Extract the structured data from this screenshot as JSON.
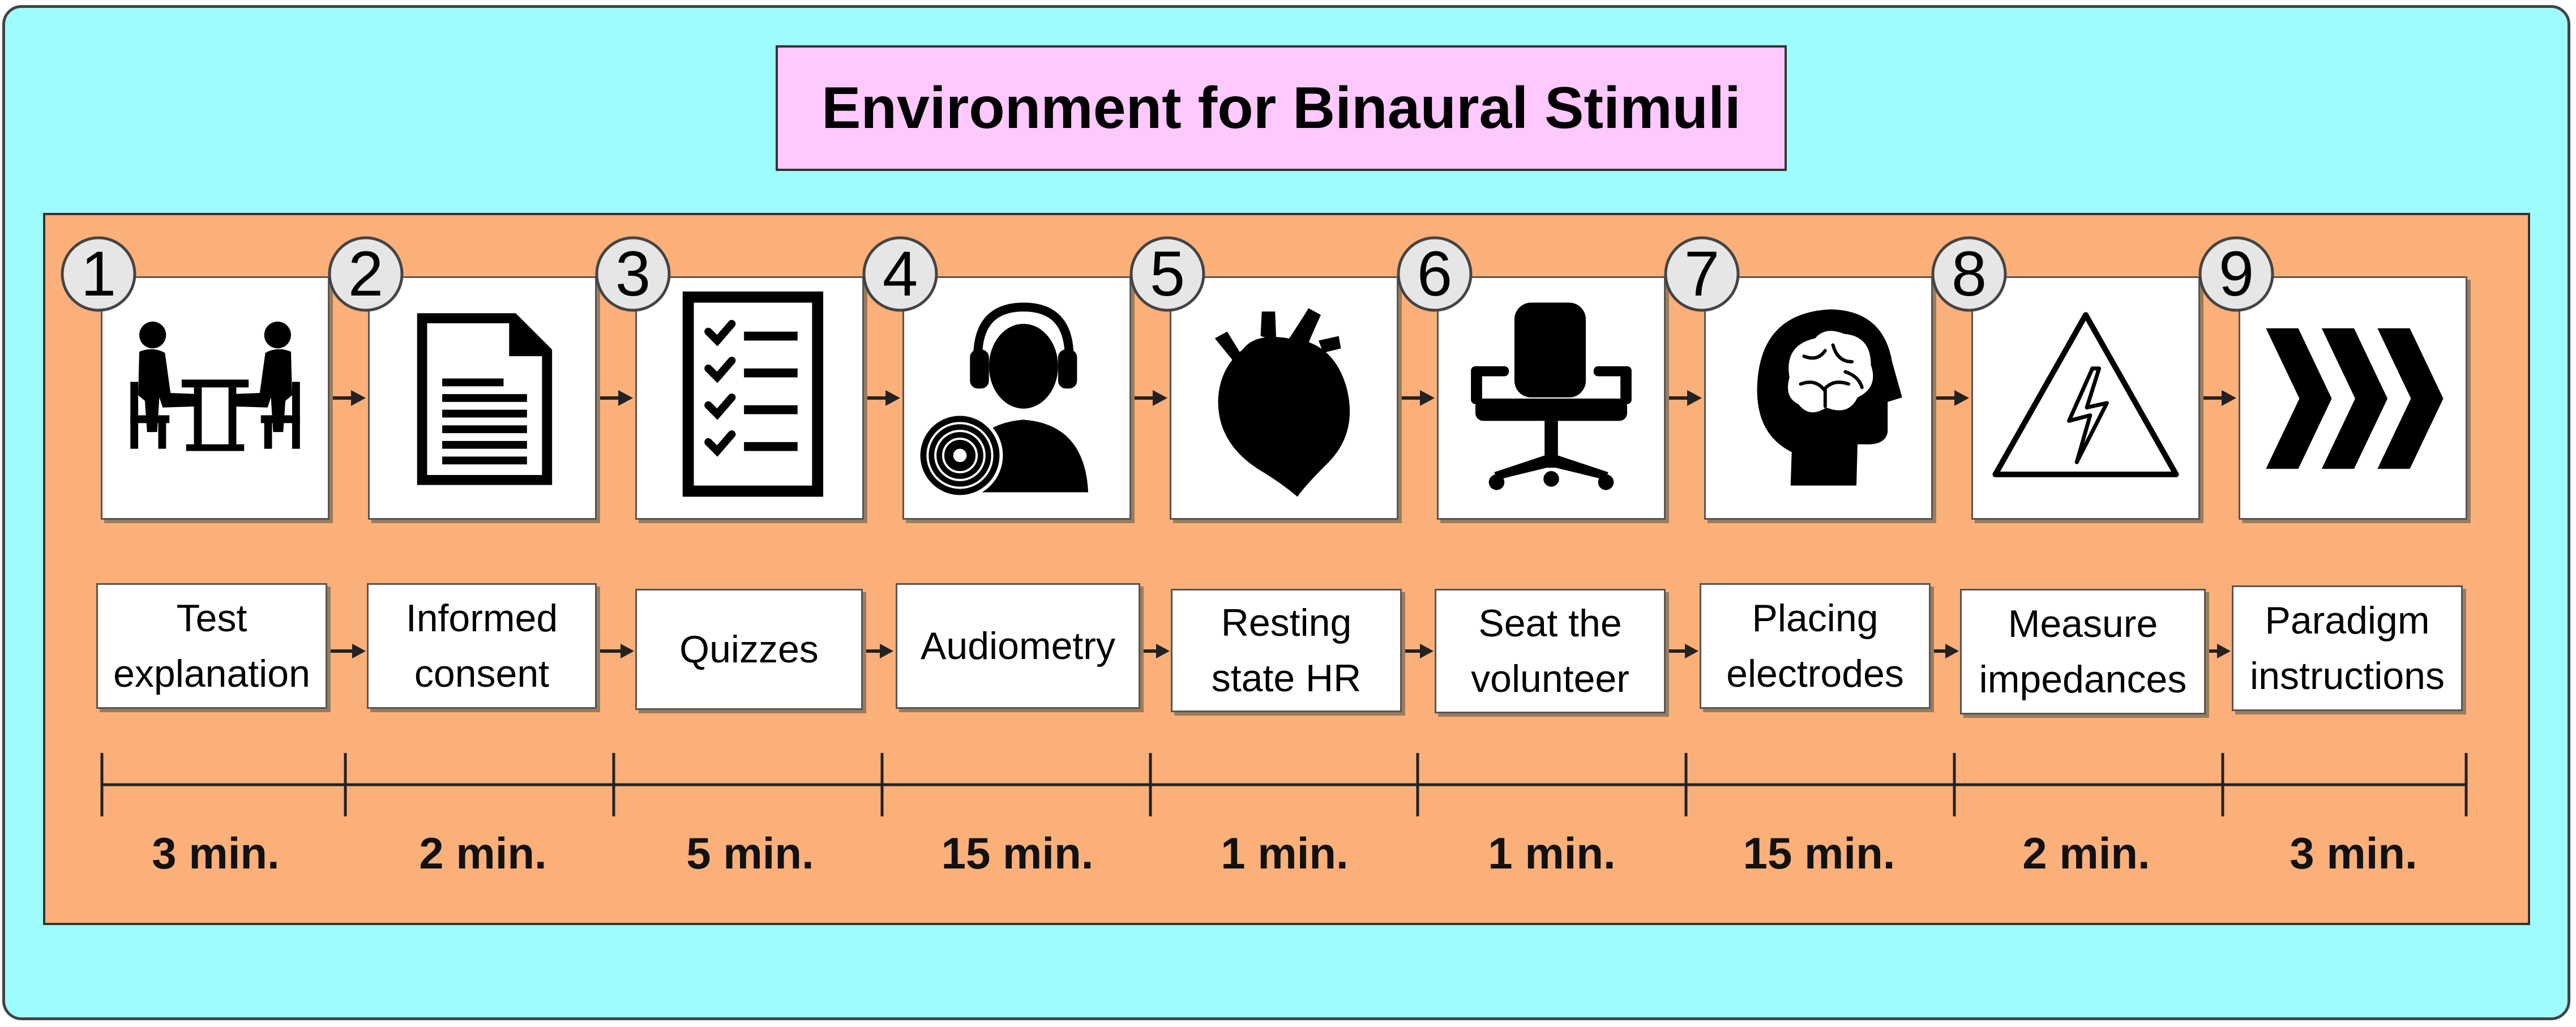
{
  "title": "Environment for Binaural Stimuli",
  "steps": [
    {
      "number": "1",
      "icon": "meeting-icon",
      "label": "Test\nexplanation",
      "duration": "3 min."
    },
    {
      "number": "2",
      "icon": "document-icon",
      "label": "Informed\nconsent",
      "duration": "2 min."
    },
    {
      "number": "3",
      "icon": "checklist-icon",
      "label": "Quizzes",
      "duration": "5 min."
    },
    {
      "number": "4",
      "icon": "headphones-listener-icon",
      "label": "Audiometry",
      "duration": "15 min."
    },
    {
      "number": "5",
      "icon": "heart-icon",
      "label": "Resting\nstate HR",
      "duration": "1 min."
    },
    {
      "number": "6",
      "icon": "office-chair-icon",
      "label": "Seat the\nvolunteer",
      "duration": "1 min."
    },
    {
      "number": "7",
      "icon": "brain-head-icon",
      "label": "Placing\nelectrodes",
      "duration": "15 min."
    },
    {
      "number": "8",
      "icon": "high-voltage-warning-icon",
      "label": "Measure\nimpedances",
      "duration": "2 min."
    },
    {
      "number": "9",
      "icon": "triple-chevron-right-icon",
      "label": "Paradigm\ninstructions",
      "duration": "3 min."
    }
  ],
  "colors": {
    "outer_background": "#9ffcfc",
    "title_background": "#ffc8ff",
    "process_background": "#fbb07a",
    "badge_fill": "#e6e6e6"
  }
}
